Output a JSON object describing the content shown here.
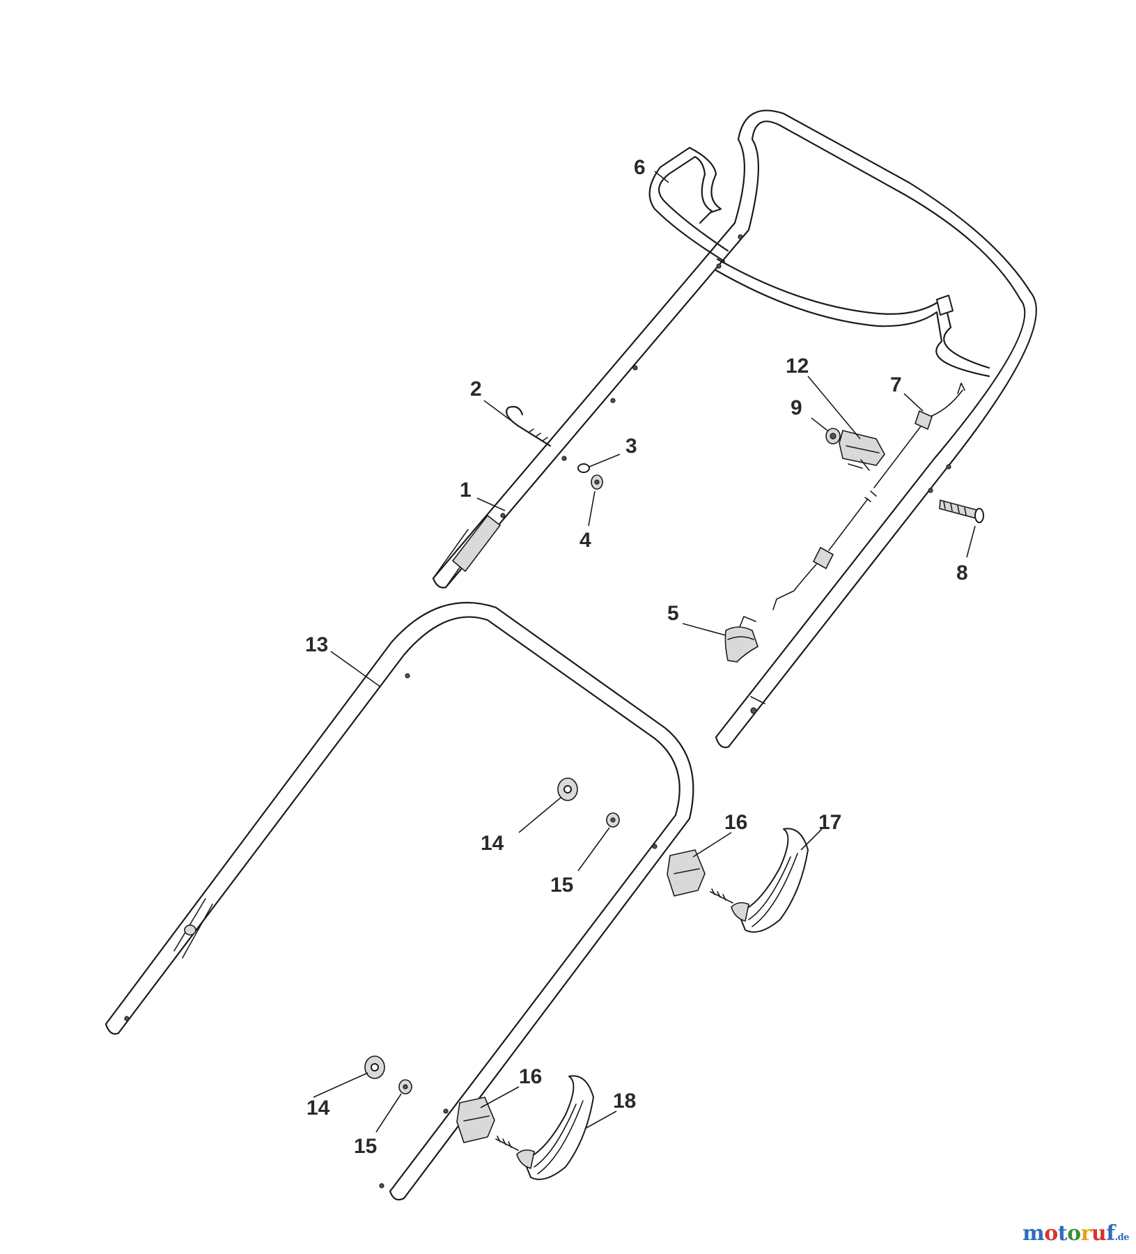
{
  "callouts": {
    "c1": "1",
    "c2": "2",
    "c3": "3",
    "c4": "4",
    "c5": "5",
    "c6": "6",
    "c7": "7",
    "c8": "8",
    "c9": "9",
    "c12": "12",
    "c13": "13",
    "c14a": "14",
    "c14b": "14",
    "c15a": "15",
    "c15b": "15",
    "c16a": "16",
    "c16b": "16",
    "c17": "17",
    "c18": "18"
  },
  "watermark": {
    "p1": "m",
    "p2": "o",
    "p3": "t",
    "p4": "o",
    "p5": "r",
    "p6": "u",
    "p7": "f",
    "tld": ".de"
  }
}
